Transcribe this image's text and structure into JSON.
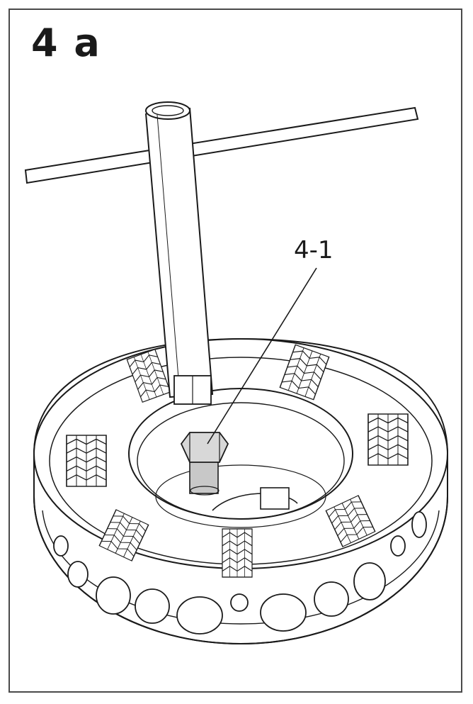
{
  "figure": {
    "step_label": "4 a",
    "callout": {
      "label": "4-1",
      "target": "bolt"
    }
  },
  "colors": {
    "line": "#1a1a1a",
    "fill": "#ffffff",
    "shade": "#c8c8c8",
    "frame": "#4a4a4a"
  },
  "icons": [
    "t-handle-wrench",
    "cutter-head",
    "bolt",
    "cutter-teeth"
  ]
}
